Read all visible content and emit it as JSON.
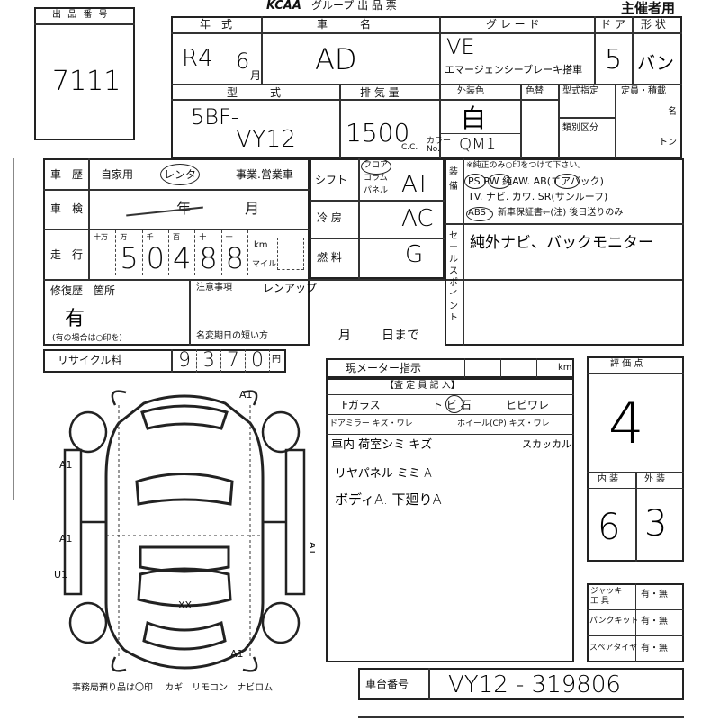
{
  "header": {
    "org_title": "KCAA",
    "org_sub": "グループ 出 品 票",
    "sponsor_use": "主催者用"
  },
  "lot": {
    "label": "出 品 番 号",
    "value": "7111"
  },
  "row1": {
    "year_label": "年　式",
    "year_era": "R4",
    "year_month": "6",
    "month_unit": "月",
    "name_label": "車　　　名",
    "name_value": "AD",
    "grade_label": "グ レ ー ド",
    "grade_value_1": "VE",
    "grade_value_2": "エマージェンシーブレーキ搭車",
    "doors_label": "ド ア",
    "doors_value": "5",
    "shape_label": "形 状",
    "shape_value": "バン"
  },
  "row2": {
    "model_label": "型　　　式",
    "model_value_1": "5BF-",
    "model_value_2": "VY12",
    "disp_label": "排 気 量",
    "disp_value": "1500",
    "disp_unit": "C.C.",
    "color_label": "外装色",
    "colorno_label": "色替",
    "color_value": "白",
    "colorcode_label": "カラー No.",
    "colorcode_value": "QM1",
    "typecert_label": "型式指定",
    "category_label": "類別区分",
    "capacity_label": "定員・積載",
    "capacity_unit1": "名",
    "capacity_unit2": "トン"
  },
  "history": {
    "label": "車　歴",
    "own": "自家用",
    "rental": "レンタ",
    "business": "事業.営業車",
    "shaken_label": "車　検",
    "shaken_year": "年",
    "shaken_month": "月",
    "mileage_label": "走　行",
    "mileage_digits_labels": [
      "十万",
      "万",
      "千",
      "百",
      "十",
      "一"
    ],
    "mileage_digits": [
      "",
      "5",
      "0",
      "4",
      "8",
      "8"
    ],
    "km": "km",
    "mile": "マイル",
    "repair_label": "修復歴　箇所",
    "repair_value": "有",
    "repair_note": "(有の場合は○印を)",
    "notes_label": "注意事項",
    "notes_value": "レンアップ",
    "rename_label": "名変期日の短い方",
    "rename_month": "月",
    "rename_day": "日まで",
    "recycle_label": "リサイクル料",
    "recycle_digits": [
      "9",
      "3",
      "7",
      "0"
    ],
    "recycle_unit": "円"
  },
  "spec": {
    "shift_label": "シフト",
    "shift_opts": [
      "フロア",
      "コラム",
      "パネル"
    ],
    "shift_value": "AT",
    "ac_label": "冷 房",
    "ac_value": "AC",
    "fuel_label": "燃 料",
    "fuel_value": "G"
  },
  "equipment": {
    "label": "装備",
    "note": "※純正のみ○印をつけて下さい。",
    "line1": "PS PW 純AW. AB(エアバック)",
    "line2": "TV. ナビ. カワ. SR(サンルーフ)",
    "line3": "ABS・ 新車保証書←(注) 後日送りのみ"
  },
  "sales": {
    "label": "セールスポイント",
    "value": "純外ナビ、バックモニター"
  },
  "meter": {
    "label": "現メーター指示",
    "unit": "km"
  },
  "inspector": {
    "label": "【査 定 員 記 入】",
    "glass_label": "Fガラス",
    "glass_opts": "ト ビ 石",
    "crack": "ヒビワレ",
    "mirror_label": "ドアミラー キズ・ワレ",
    "wheel_label": "ホイール(CP) キズ・ワレ",
    "line1": "車内 荷室シミ キズ",
    "line1b": "スカッカル",
    "line2": "リヤパネル ミミ A",
    "line3": "ボディA. 下廻りA"
  },
  "score": {
    "label": "評 価 点",
    "value": "4",
    "interior_label": "内 装",
    "exterior_label": "外 装",
    "interior_value": "6",
    "exterior_value": "3"
  },
  "tools": {
    "jack_label": "ジャッキ 工 具",
    "jack_value": "有・無",
    "puncture_label": "パンクキット",
    "puncture_value": "有・無",
    "spare_label": "スペアタイヤ",
    "spare_value": "有・無"
  },
  "chassis": {
    "label": "車台番号",
    "value": "VY12 - 319806"
  },
  "office": {
    "note": "事務局預り品は〇印　 カギ　リモコン　ナビロム"
  },
  "diagram": {
    "marks": [
      "A1",
      "A1",
      "A1",
      "A1",
      "U1",
      "XX",
      "A1"
    ]
  }
}
